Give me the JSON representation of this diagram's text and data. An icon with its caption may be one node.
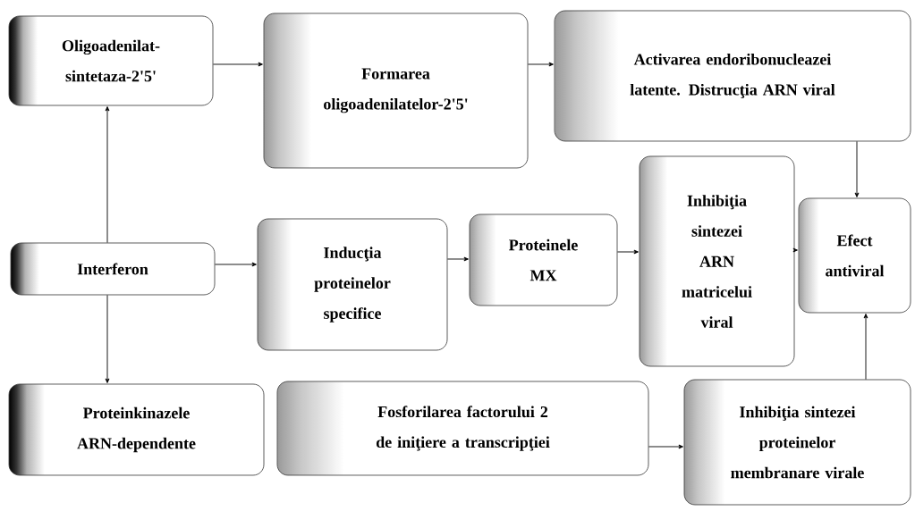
{
  "diagram": {
    "nodes": [
      {
        "text": [
          "Oligoadenilat-sintetaza-2'5'"
        ]
      },
      {
        "text": [
          "Formarea oligoadenilatelor-2'5'"
        ]
      },
      {
        "text": [
          "Activarea endoribonucleazei latente. Distrucţia ARN viral"
        ]
      },
      {
        "text": [
          "Interferon"
        ]
      },
      {
        "text": [
          "Inducţia proteinelor specifice"
        ]
      },
      {
        "text": [
          "Proteinele MX"
        ]
      },
      {
        "text": [
          "Inhibiţia sintezei ARN matricelui viral"
        ]
      },
      {
        "text": [
          "Efect antiviral"
        ]
      },
      {
        "text": [
          "Proteinkinazele ARN-dependente"
        ]
      },
      {
        "text": [
          "Fosforilarea factorului 2 de iniţiere a transcripţiei"
        ]
      },
      {
        "text": [
          "Inhibiţia sintezei proteinelor membranare virale"
        ]
      }
    ],
    "edges": [
      {
        "from": 0,
        "to": 1,
        "arrow": "to"
      },
      {
        "from": 1,
        "to": 2,
        "arrow": "to"
      },
      {
        "from": 2,
        "to": 7,
        "arrow": "to"
      },
      {
        "from": 3,
        "to": 0,
        "arrow": "to"
      },
      {
        "from": 3,
        "to": 8,
        "arrow": "to"
      },
      {
        "from": 3,
        "to": 4,
        "arrow": "to"
      },
      {
        "from": 4,
        "to": 5,
        "arrow": "to"
      },
      {
        "from": 5,
        "to": 6,
        "arrow": "to"
      },
      {
        "from": 6,
        "to": 7,
        "arrow": "to"
      },
      {
        "from": 9,
        "to": 10,
        "arrow": "to"
      },
      {
        "from": 10,
        "to": 7,
        "arrow": "to"
      }
    ]
  }
}
